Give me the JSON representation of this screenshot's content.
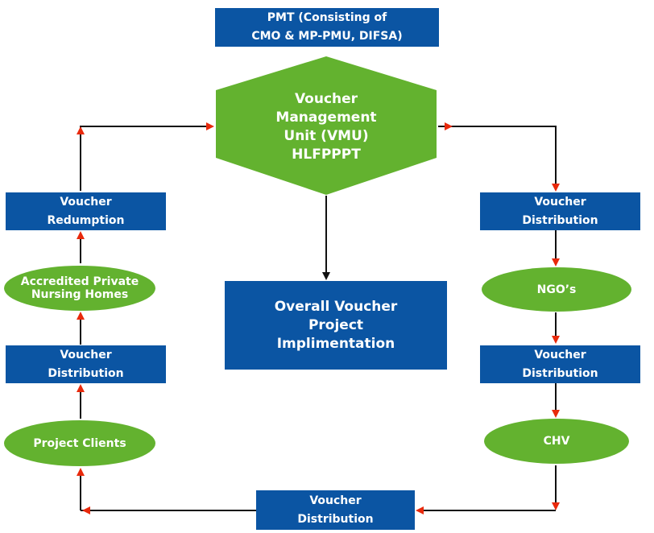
{
  "pmt": {
    "line1": "PMT (Consisting of",
    "line2": "CMO & MP-PMU, DIFSA)"
  },
  "vmu": {
    "line1": "Voucher",
    "line2": "Management",
    "line3": "Unit (VMU)",
    "line4": "HLFPPPT"
  },
  "left_column": {
    "redemption": {
      "line1": "Voucher",
      "line2": "Redumption"
    },
    "nursing_homes": {
      "line1": "Accredited Private",
      "line2": "Nursing Homes"
    },
    "distribution": {
      "line1": "Voucher",
      "line2": "Distribution"
    },
    "clients": {
      "label": "Project Clients"
    }
  },
  "center": {
    "line1": "Overall Voucher",
    "line2": "Project",
    "line3": "Implimentation"
  },
  "right_column": {
    "distribution_top": {
      "line1": "Voucher",
      "line2": "Distribution"
    },
    "ngos": {
      "label": "NGO’s"
    },
    "distribution_mid": {
      "line1": "Voucher",
      "line2": "Distribution"
    },
    "chv": {
      "label": "CHV"
    }
  },
  "bottom": {
    "line1": "Voucher",
    "line2": "Distribution"
  },
  "colors": {
    "box_blue": "#0b55a3",
    "node_green": "#63b22f",
    "arrow_red": "#e8290b",
    "line_black": "#111111"
  }
}
